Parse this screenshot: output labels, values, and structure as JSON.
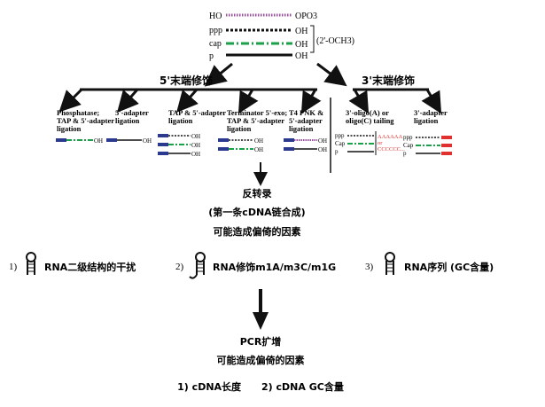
{
  "top": {
    "rows": [
      {
        "left": "HO",
        "right": "OPO3"
      },
      {
        "left": "ppp",
        "right": "OH"
      },
      {
        "left": "cap",
        "right": "OH"
      },
      {
        "left": "p",
        "right": "OH"
      }
    ],
    "methyl_note": "(2'-OCH3)"
  },
  "branches": {
    "left_title": "5'末端修饰",
    "right_title": "3'末端修饰"
  },
  "methods_5p": [
    {
      "label": [
        "Phosphatase;",
        "TAP & 5'-adapter",
        "ligation"
      ]
    },
    {
      "label": [
        "5'-adapter",
        "ligation"
      ]
    },
    {
      "label": [
        "TAP & 5'-adapter",
        "ligation"
      ]
    },
    {
      "label": [
        "Terminator 5'-exo;",
        "TAP & 5'-adapter",
        "ligation"
      ]
    },
    {
      "label": [
        "T4 PNK &",
        "5'-adapter",
        "ligation"
      ]
    }
  ],
  "methods_3p": [
    {
      "label": [
        "3'-oligo(A) or",
        "oligo(C) tailing"
      ]
    },
    {
      "label": [
        "3'-adapter",
        "ligation"
      ]
    }
  ],
  "strand_labels": {
    "ppp": "ppp",
    "cap": "Cap",
    "p": "p",
    "oh": "OH",
    "polyA": "AAAAAA",
    "or": "or",
    "polyC": "CCCCCC..."
  },
  "flow": {
    "step1_title": "反转录",
    "step1_sub": "(第一条cDNA链合成)",
    "step1_bias": "可能造成偏倚的因素",
    "bias_items": [
      {
        "num": "1)",
        "text": "RNA二级结构的干扰"
      },
      {
        "num": "2)",
        "text": "RNA修饰m1A/m3C/m1G"
      },
      {
        "num": "3)",
        "text": "RNA序列 (GC含量)"
      }
    ],
    "step2_title": "PCR扩增",
    "step2_bias": "可能造成偏倚的因素",
    "pcr_items": "1) cDNA长度      2) cDNA GC含量"
  },
  "colors": {
    "purple": "#9b4fa0",
    "green": "#1aa049",
    "blue": "#2b3a8f",
    "red": "#e03030",
    "black": "#111111"
  }
}
